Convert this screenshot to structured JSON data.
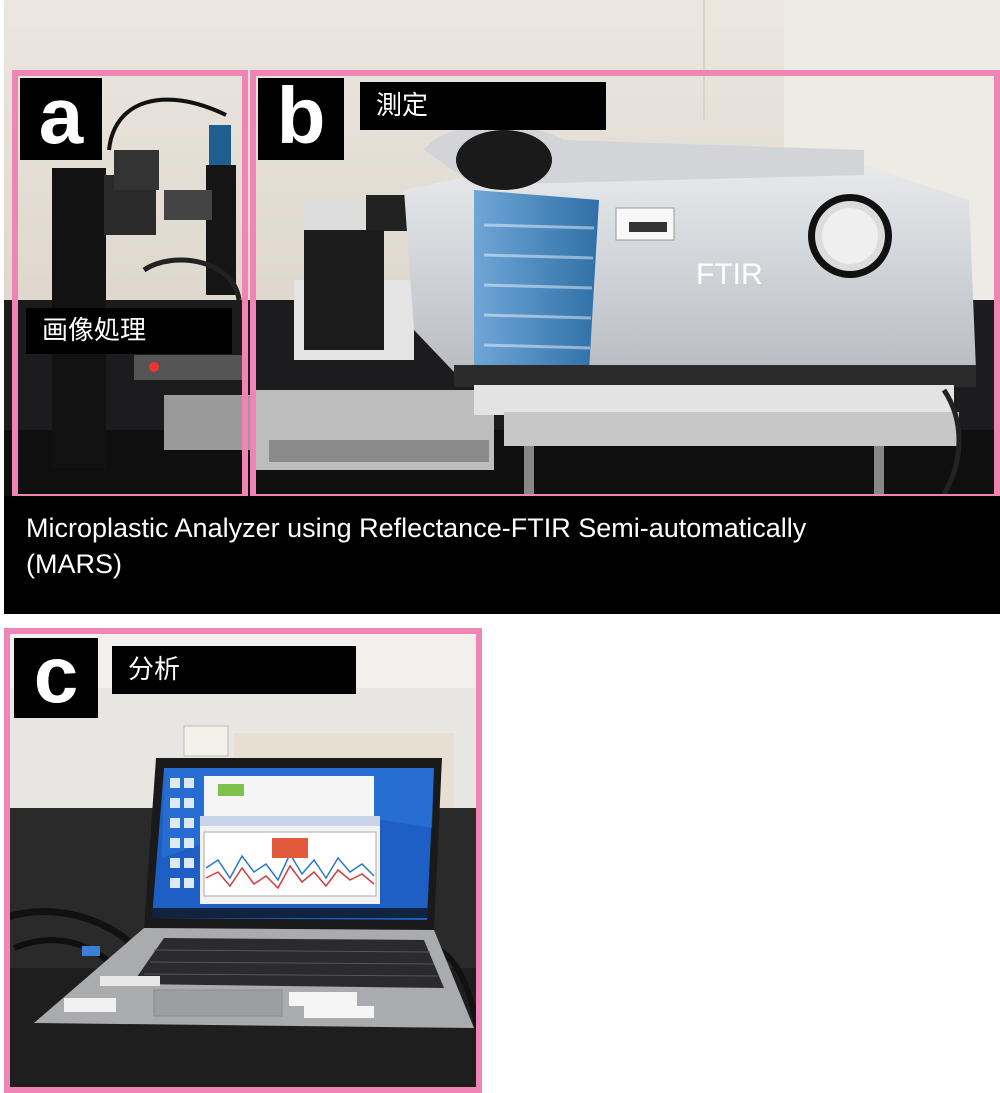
{
  "panels": {
    "a": {
      "letter": "a",
      "tag": "画像処理"
    },
    "b": {
      "letter": "b",
      "tag": "測定",
      "device_label": "FTIR"
    },
    "c": {
      "letter": "c",
      "tag": "分析"
    }
  },
  "caption": {
    "line1": "Microplastic Analyzer using Reflectance-FTIR Semi-automatically",
    "line2": "(MARS)"
  },
  "colors": {
    "frame": "#ef85b4",
    "label_background": "#000000",
    "ftir_blue": "#3d7fb8"
  }
}
